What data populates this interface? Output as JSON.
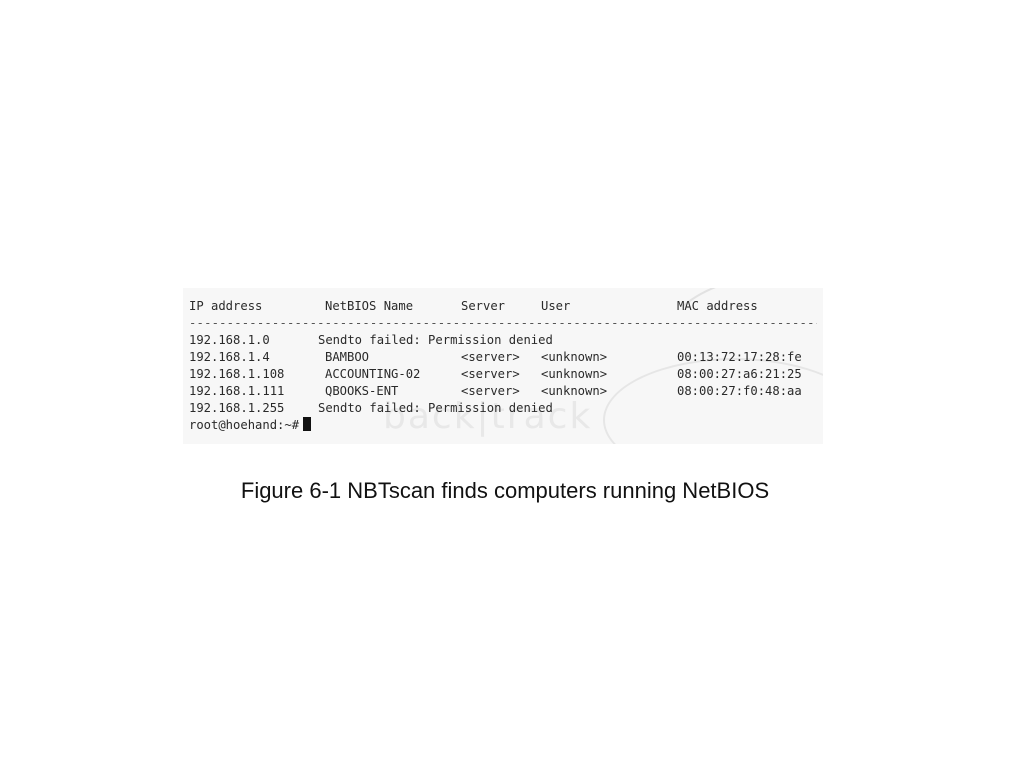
{
  "terminal": {
    "headers": {
      "ip": "IP address",
      "name": "NetBIOS Name",
      "server": "Server",
      "user": "User",
      "mac": "MAC address"
    },
    "divider": "--------------------------------------------------------------------------------------",
    "rows": [
      {
        "ip": "192.168.1.0",
        "message": "Sendto failed: Permission denied"
      },
      {
        "ip": "192.168.1.4",
        "name": "BAMBOO",
        "server": "<server>",
        "user": "<unknown>",
        "mac": "00:13:72:17:28:fe"
      },
      {
        "ip": "192.168.1.108",
        "name": "ACCOUNTING-02",
        "server": "<server>",
        "user": "<unknown>",
        "mac": "08:00:27:a6:21:25"
      },
      {
        "ip": "192.168.1.111",
        "name": "QBOOKS-ENT",
        "server": "<server>",
        "user": "<unknown>",
        "mac": "08:00:27:f0:48:aa"
      },
      {
        "ip": "192.168.1.255",
        "message": "Sendto failed: Permission denied"
      }
    ],
    "prompt": "root@hoehand:~#"
  },
  "watermark": "back|track",
  "caption": "Figure 6-1 NBTscan finds computers running NetBIOS"
}
